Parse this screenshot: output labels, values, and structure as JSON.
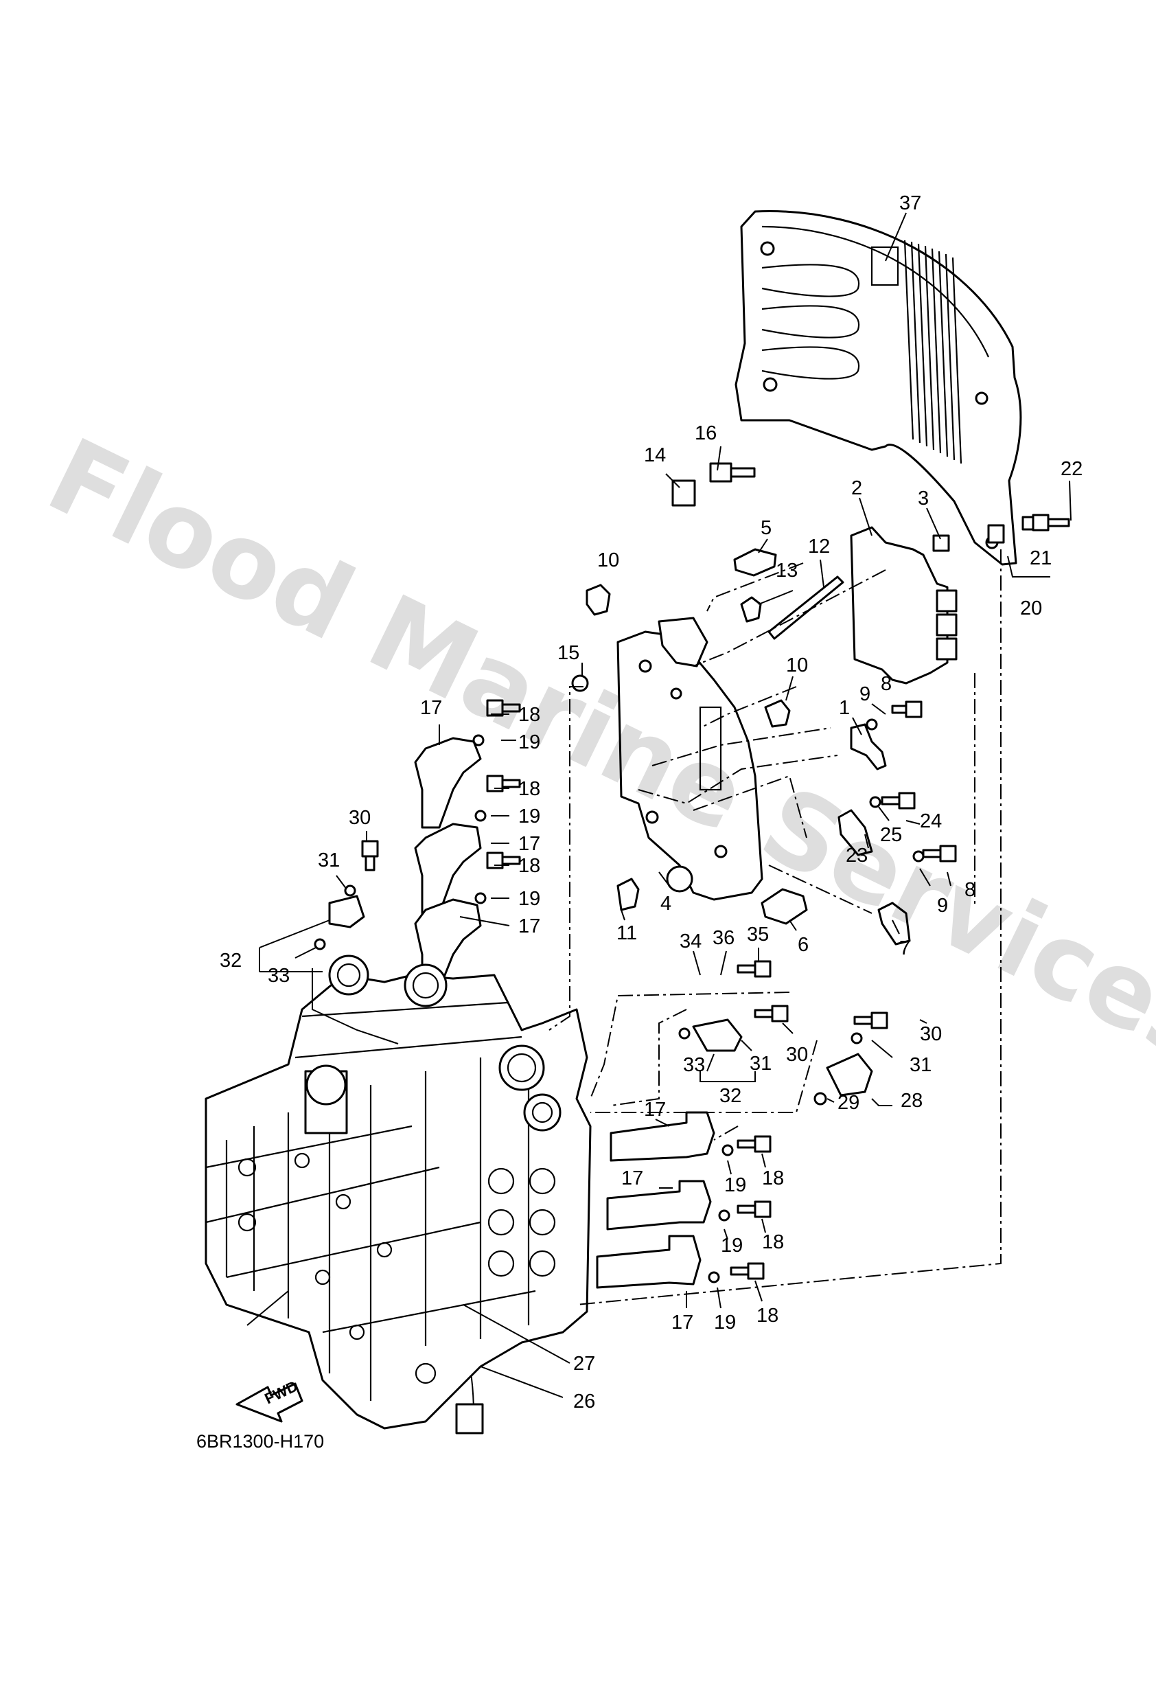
{
  "diagram_code": "6BR1300-H170",
  "fwd_label": "FWD",
  "watermark_text": "Flood Marine Services",
  "callouts": [
    "37",
    "16",
    "14",
    "22",
    "2",
    "3",
    "5",
    "10",
    "12",
    "13",
    "21",
    "20",
    "15",
    "10",
    "9",
    "8",
    "1",
    "17",
    "18",
    "19",
    "18",
    "19",
    "17",
    "30",
    "31",
    "18",
    "19",
    "17",
    "24",
    "25",
    "23",
    "8",
    "9",
    "7",
    "11",
    "4",
    "6",
    "32",
    "33",
    "34",
    "36",
    "35",
    "30",
    "30",
    "31",
    "33",
    "31",
    "32",
    "29",
    "28",
    "17",
    "19",
    "18",
    "17",
    "19",
    "18",
    "17",
    "19",
    "18",
    "27",
    "26"
  ],
  "colors": {
    "line": "#000000",
    "background": "#ffffff",
    "watermark": "#cccccc"
  },
  "icons": [
    "fwd-arrow-icon"
  ]
}
